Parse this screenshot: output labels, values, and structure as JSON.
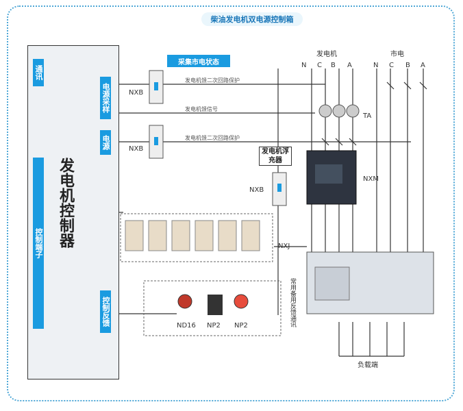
{
  "title": "柴油发电机双电源控制箱",
  "controller": {
    "name": "发电机控制器"
  },
  "side_labels": {
    "comm": "通讯",
    "terminal": "控制端子"
  },
  "panel_labels": {
    "sampling": "电源采样",
    "power": "电源",
    "feedback": "控制反馈"
  },
  "collect_label": "采集市电状态",
  "gen_protect_label": "发电机浮充器",
  "line_labels": {
    "line1": "发电机馈二次回路保护",
    "line2": "发电机馈信号",
    "line3": "发电机馈二次回路保护"
  },
  "component_labels": {
    "nxb1": "NXB",
    "nxb2": "NXB",
    "nxb3": "NXB",
    "nxm": "NXM",
    "ta": "TA",
    "nxj": "NXJ",
    "nd16": "ND16",
    "np2a": "NP2",
    "np2b": "NP2",
    "load": "负载端"
  },
  "source_labels": {
    "generator": "发电机",
    "mains": "市电"
  },
  "phases_gen": [
    "N",
    "C",
    "B",
    "A"
  ],
  "phases_mains": [
    "N",
    "C",
    "B",
    "A"
  ],
  "ats_labels": "常用备用反馈通讯",
  "colors": {
    "accent": "#1a9be0",
    "line": "#333333"
  }
}
